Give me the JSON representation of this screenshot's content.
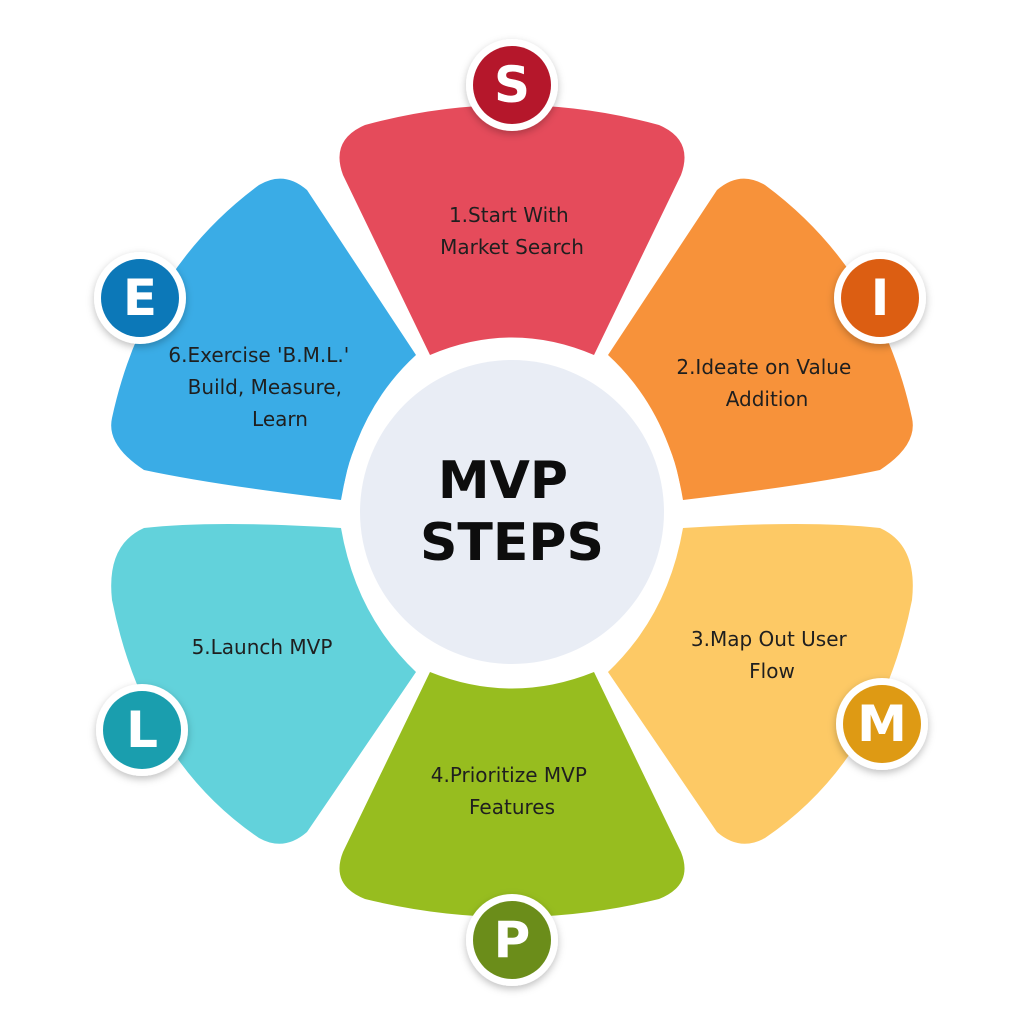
{
  "center": {
    "lines": [
      "MVP",
      "STEPS"
    ],
    "fill": "#e9edf5"
  },
  "steps": [
    {
      "letter": "S",
      "lines": [
        "1.Start With",
        "Market Search"
      ],
      "color": "#e54b5b",
      "badge_color": "#b5172b"
    },
    {
      "letter": "I",
      "lines": [
        "2.Ideate on Value",
        "Addition"
      ],
      "color": "#f7923a",
      "badge_color": "#dc5e12"
    },
    {
      "letter": "M",
      "lines": [
        "3.Map Out User",
        "Flow"
      ],
      "color": "#fdc965",
      "badge_color": "#de9a14"
    },
    {
      "letter": "P",
      "lines": [
        "4.Prioritize MVP",
        "Features"
      ],
      "color": "#97bd1f",
      "badge_color": "#6b8d1a"
    },
    {
      "letter": "L",
      "lines": [
        "5.Launch MVP"
      ],
      "color": "#62d2db",
      "badge_color": "#1a9eae"
    },
    {
      "letter": "E",
      "lines": [
        "6.Exercise 'B.M.L.'",
        "Build, Measure,",
        "Learn"
      ],
      "color": "#3aace6",
      "badge_color": "#0c78b8"
    }
  ]
}
